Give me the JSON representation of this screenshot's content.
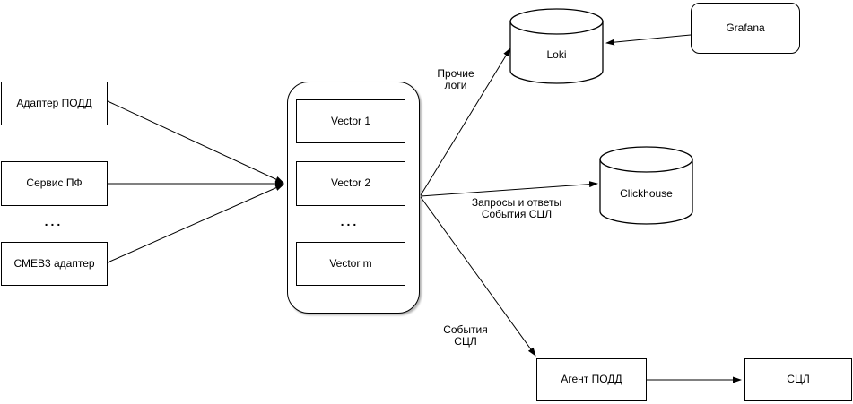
{
  "diagram": {
    "sources": [
      {
        "label": "Адаптер ПОДД"
      },
      {
        "label": "Сервис ПФ"
      },
      {
        "label": "СМЕВ3 адаптер"
      }
    ],
    "sources_ellipsis": "...",
    "vector_group": {
      "items": [
        {
          "label": "Vector 1"
        },
        {
          "label": "Vector 2"
        },
        {
          "label": "Vector m"
        }
      ],
      "ellipsis": "..."
    },
    "loki_label": "Loki",
    "clickhouse_label": "Clickhouse",
    "grafana_label": "Grafana",
    "agent_label": "Агент ПОДД",
    "scl_label": "СЦЛ",
    "edge_labels": {
      "other_logs": [
        "Прочие",
        "логи"
      ],
      "requests_events": [
        "Запросы и ответы",
        "События СЦЛ"
      ],
      "events": [
        "События",
        "СЦЛ"
      ]
    },
    "colors": {
      "stroke": "#000000",
      "node_fill": "#ffffff",
      "text": "#000000",
      "container_shadow": "#b0b0b0"
    }
  }
}
